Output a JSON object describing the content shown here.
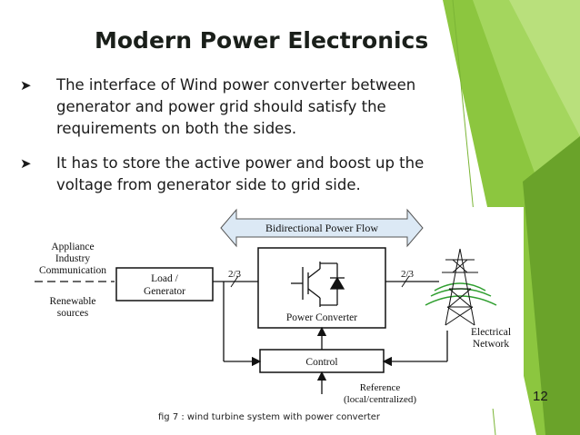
{
  "slide": {
    "title": "Modern Power Electronics",
    "bullets": [
      {
        "lines": [
          "The interface of Wind power converter between",
          "generator and power grid should satisfy the",
          "requirements on both the sides."
        ]
      },
      {
        "lines": [
          "It has to store the active power and boost up the",
          "voltage from generator side to grid side."
        ]
      }
    ],
    "page_number": "12",
    "caption": "fig 7 : wind turbine system with power converter",
    "colors": {
      "green_light": "#a4d65e",
      "green_mid": "#8cc63f",
      "green_dark": "#6aa32a",
      "arrow_fill": "#dce9f5"
    }
  },
  "diagram": {
    "flow_label": "Bidirectional Power Flow",
    "left_labels": [
      "Appliance",
      "Industry",
      "Communication"
    ],
    "renewable_labels": [
      "Renewable",
      "sources"
    ],
    "load_box": [
      "Load /",
      "Generator"
    ],
    "ratio_left": "2/3",
    "ratio_right": "2/3",
    "converter_label": "Power Converter",
    "control_label": "Control",
    "reference_labels": [
      "Reference",
      "(local/centralized)"
    ],
    "network_labels": [
      "Electrical",
      "Network"
    ]
  }
}
